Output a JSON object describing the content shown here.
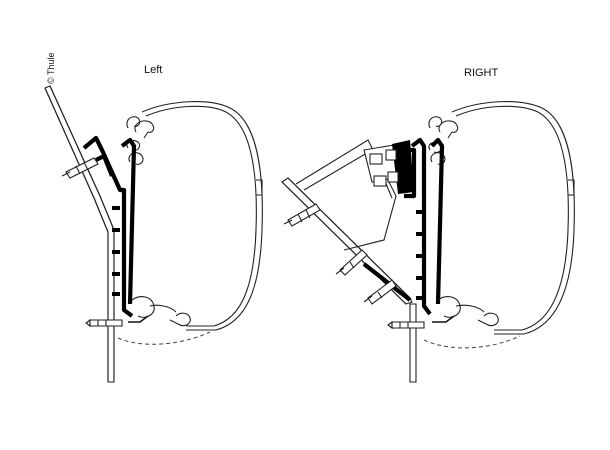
{
  "figure": {
    "copyright": "© Thule",
    "left_title": "Left",
    "right_title": "RIGHT"
  }
}
